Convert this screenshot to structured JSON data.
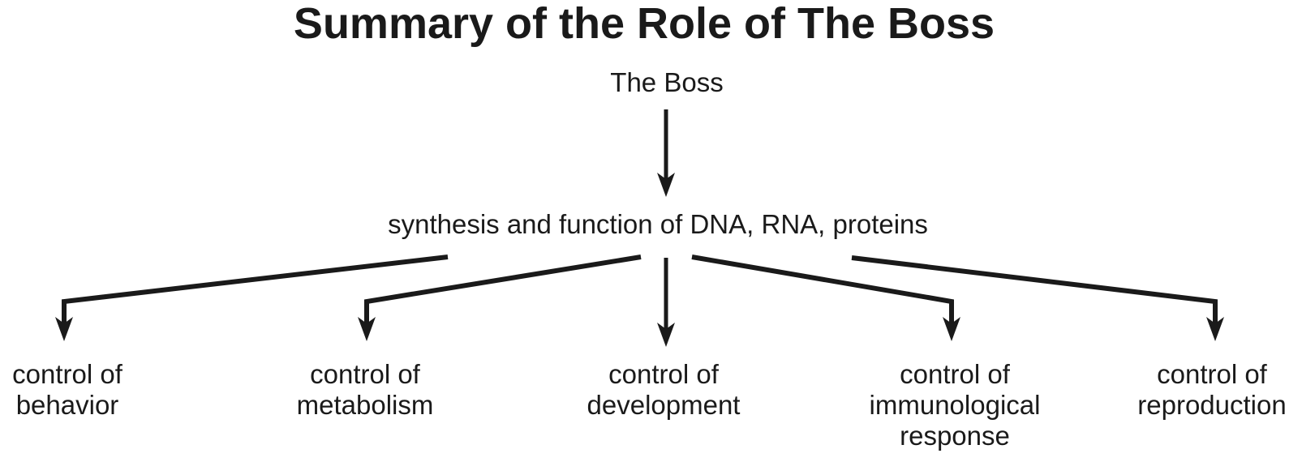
{
  "page": {
    "background_color": "#ffffff",
    "ink_color": "#1a1a1a"
  },
  "diagram": {
    "title": "Summary of the Role of The Boss",
    "nodes": {
      "root": {
        "id": "the-boss",
        "label": "The Boss"
      },
      "hub": {
        "id": "synthesis",
        "label": "synthesis and function of DNA, RNA, proteins"
      },
      "leaves": [
        {
          "id": "behavior",
          "label": "control of\nbehavior"
        },
        {
          "id": "metabolism",
          "label": "control of\nmetabolism"
        },
        {
          "id": "development",
          "label": "control of\ndevelopment"
        },
        {
          "id": "immunological-response",
          "label": "control of\nimmunological\nresponse"
        },
        {
          "id": "reproduction",
          "label": "control of\nreproduction"
        }
      ]
    },
    "edges": [
      {
        "from": "the-boss",
        "to": "synthesis"
      },
      {
        "from": "synthesis",
        "to": "behavior"
      },
      {
        "from": "synthesis",
        "to": "metabolism"
      },
      {
        "from": "synthesis",
        "to": "development"
      },
      {
        "from": "synthesis",
        "to": "immunological-response"
      },
      {
        "from": "synthesis",
        "to": "reproduction"
      }
    ]
  }
}
